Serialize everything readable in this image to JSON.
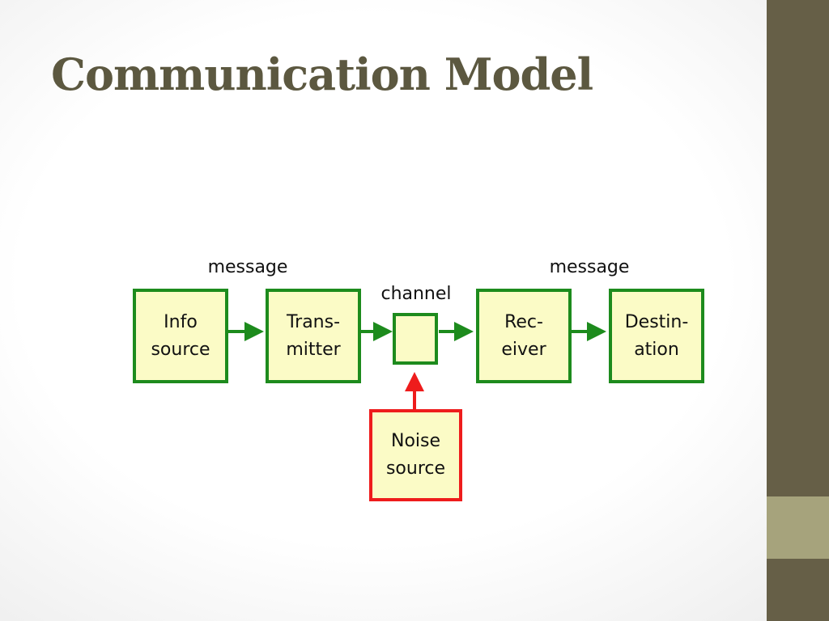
{
  "slide": {
    "title": "Communication Model"
  },
  "diagram": {
    "message_left": "message",
    "message_right": "message",
    "channel_label": "channel",
    "boxes": {
      "info_source": [
        "Info",
        "source"
      ],
      "transmitter": [
        "Trans-",
        "mitter"
      ],
      "receiver": [
        "Rec-",
        "eiver"
      ],
      "destination": [
        "Destin-",
        "ation"
      ],
      "noise_source": [
        "Noise",
        "source"
      ]
    },
    "colors": {
      "flow": "#1d8b1d",
      "noise": "#ee1c1c",
      "box_fill": "#fbfbc6",
      "side_band": "#665f47",
      "side_accent": "#a6a37c",
      "title": "#5c5840"
    }
  }
}
